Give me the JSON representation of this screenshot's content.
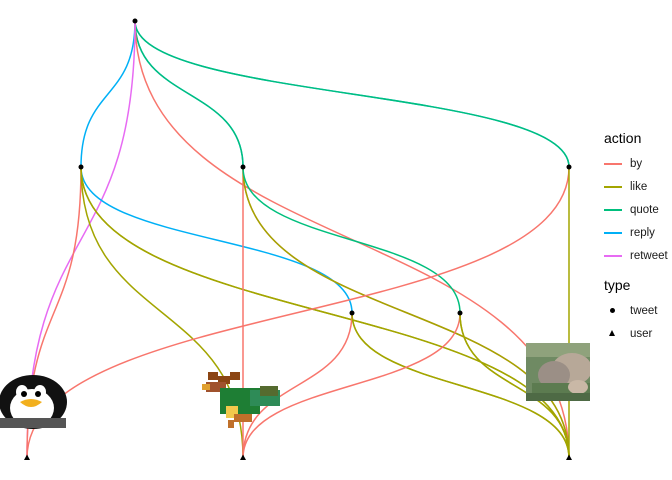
{
  "diagram": {
    "colors": {
      "by": "#F8766D",
      "like": "#A3A500",
      "quote": "#00BF7D",
      "reply": "#00B0F6",
      "retweet": "#E76BF3"
    },
    "nodes": [
      {
        "id": "t0",
        "type": "tweet"
      },
      {
        "id": "t1",
        "type": "tweet"
      },
      {
        "id": "t2",
        "type": "tweet"
      },
      {
        "id": "t3",
        "type": "tweet"
      },
      {
        "id": "t4",
        "type": "tweet"
      },
      {
        "id": "t5",
        "type": "tweet"
      },
      {
        "id": "u1",
        "type": "user",
        "icon": "penguin-icon"
      },
      {
        "id": "u2",
        "type": "user",
        "icon": "rooster-icon"
      },
      {
        "id": "u3",
        "type": "user",
        "icon": "photo-avatar"
      }
    ],
    "edges": [
      {
        "from": "t0",
        "to": "t1",
        "action": "reply"
      },
      {
        "from": "t0",
        "to": "t2",
        "action": "reply"
      },
      {
        "from": "t0",
        "to": "t3",
        "action": "reply"
      },
      {
        "from": "t0",
        "to": "t2",
        "action": "quote"
      },
      {
        "from": "t0",
        "to": "t3",
        "action": "quote"
      },
      {
        "from": "t0",
        "to": "u3",
        "action": "by"
      },
      {
        "from": "t0",
        "to": "u1",
        "action": "retweet"
      },
      {
        "from": "t1",
        "to": "u1",
        "action": "by"
      },
      {
        "from": "t1",
        "to": "t4",
        "action": "reply"
      },
      {
        "from": "t1",
        "to": "u2",
        "action": "like"
      },
      {
        "from": "t1",
        "to": "u3",
        "action": "like"
      },
      {
        "from": "t1",
        "to": "u3",
        "action": "like"
      },
      {
        "from": "t2",
        "to": "u2",
        "action": "by"
      },
      {
        "from": "t2",
        "to": "u3",
        "action": "by"
      },
      {
        "from": "t2",
        "to": "u3",
        "action": "like"
      },
      {
        "from": "t2",
        "to": "t5",
        "action": "quote"
      },
      {
        "from": "t3",
        "to": "u1",
        "action": "by"
      },
      {
        "from": "t3",
        "to": "u3",
        "action": "like"
      },
      {
        "from": "t4",
        "to": "u2",
        "action": "by"
      },
      {
        "from": "t4",
        "to": "u3",
        "action": "like"
      },
      {
        "from": "t4",
        "to": "u3",
        "action": "like"
      },
      {
        "from": "t5",
        "to": "u2",
        "action": "by"
      },
      {
        "from": "t5",
        "to": "u3",
        "action": "like"
      },
      {
        "from": "t5",
        "to": "u3",
        "action": "like"
      }
    ]
  },
  "legend": {
    "action_title": "action",
    "actions": [
      {
        "key": "by",
        "label": "by"
      },
      {
        "key": "like",
        "label": "like"
      },
      {
        "key": "quote",
        "label": "quote"
      },
      {
        "key": "reply",
        "label": "reply"
      },
      {
        "key": "retweet",
        "label": "retweet"
      }
    ],
    "type_title": "type",
    "types": [
      {
        "key": "tweet",
        "label": "tweet",
        "shape": "dot"
      },
      {
        "key": "user",
        "label": "user",
        "shape": "triangle"
      }
    ]
  }
}
